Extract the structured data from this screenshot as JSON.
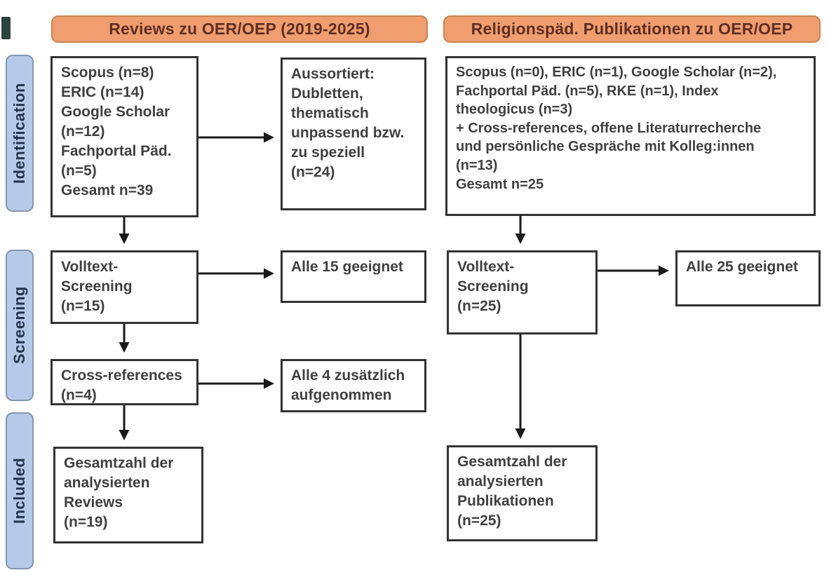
{
  "stage_labels": {
    "identification": "Identification",
    "screening": "Screening",
    "included": "Included"
  },
  "left_flow": {
    "header": "Reviews zu OER/OEP (2019-2025)",
    "sources_box": "Scopus (n=8)\nERIC (n=14)\nGoogle Scholar\n(n=12)\nFachportal Päd.\n(n=5)\nGesamt n=39",
    "excluded_box": "Aussortiert:\nDubletten,\nthematisch\nunpassend bzw.\nzu speziell\n(n=24)",
    "fulltext_box": "Volltext-\nScreening\n(n=15)",
    "eligible_box": "Alle 15 geeignet",
    "crossref_box": "Cross-references\n(n=4)",
    "added_box": "Alle 4 zusätzlich\naufgenommen",
    "included_box": "Gesamtzahl der\nanalysierten\nReviews\n(n=19)"
  },
  "right_flow": {
    "header": "Religionspäd. Publikationen zu OER/OEP",
    "sources_box": "Scopus (n=0), ERIC (n=1), Google Scholar (n=2),\nFachportal Päd. (n=5), RKE (n=1), Index\ntheologicus (n=3)\n+ Cross-references, offene Literaturrecherche\nund persönliche Gespräche mit Kolleg:innen\n(n=13)\nGesamt n=25",
    "fulltext_box": "Volltext-\nScreening\n(n=25)",
    "eligible_box": "Alle 25 geeignet",
    "included_box": "Gesamtzahl der\nanalysierten\nPublikationen\n(n=25)"
  },
  "colors": {
    "header_fill": "#F09E6F",
    "header_border": "#C9824F",
    "header_text": "#5F2F22",
    "stage_fill": "#B6C9E8",
    "stage_border": "#8496B0",
    "stage_text": "#24344D",
    "box_border": "#333333",
    "box_text": "#404040",
    "arrow": "#1A1A1A"
  }
}
